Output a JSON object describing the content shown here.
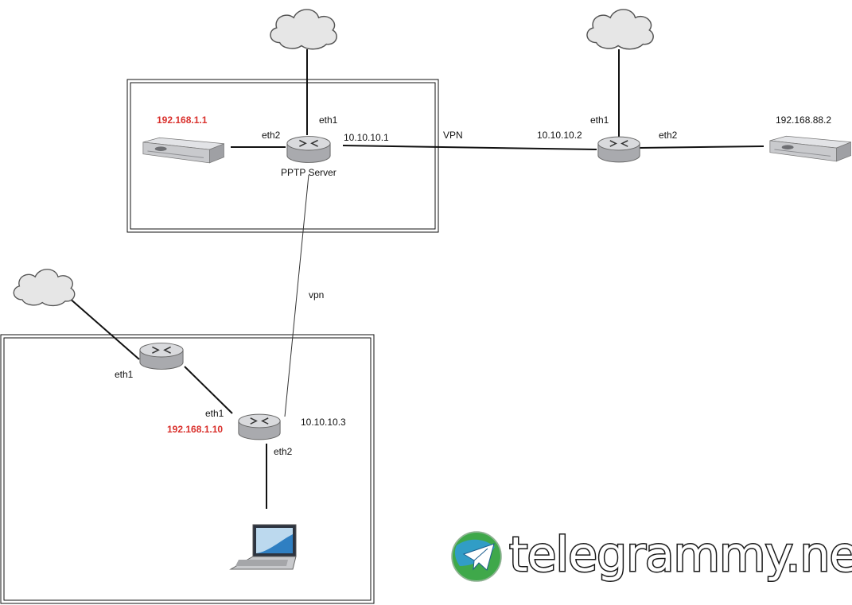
{
  "labels": {
    "server_ip": "192.168.1.1",
    "eth2_server": "eth2",
    "eth1_server_router": "eth1",
    "ip_10_1": "10.10.10.1",
    "vpn_upper": "VPN",
    "ip_10_2": "10.10.10.2",
    "eth1_right_router": "eth1",
    "eth2_right_router": "eth2",
    "right_server_ip": "192.168.88.2",
    "pptp_server": "PPTP Server",
    "vpn_lower": "vpn",
    "eth1_client_gw": "eth1",
    "eth1_client_router": "eth1",
    "client_ip": "192.168.1.10",
    "ip_10_3": "10.10.10.3",
    "eth2_client_router": "eth2"
  },
  "watermark": {
    "text": "telegrammy.net",
    "logo_icon": "telegram-logo-icon"
  },
  "colors": {
    "highlight_ip": "#d9302c",
    "line": "#111111",
    "cloud_fill": "#e6e6e6",
    "router_body": "#a9aaae",
    "router_top": "#d9dadd",
    "server_body": "#c9cacd",
    "telegram_blue": "#2f9bdc",
    "globe_green": "#3fa84a"
  }
}
